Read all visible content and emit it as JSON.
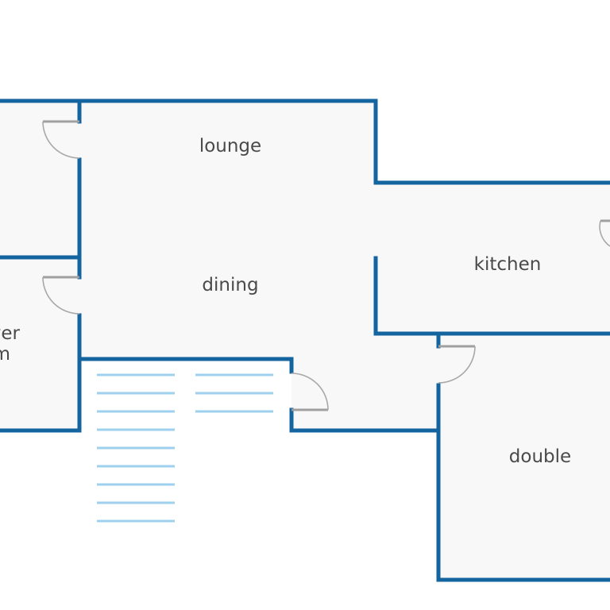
{
  "rooms": {
    "lounge": "lounge",
    "dining": "dining",
    "kitchen": "kitchen",
    "double": "double",
    "shower_line1": "ver",
    "shower_line2": "m"
  },
  "colors": {
    "wall": "#1464a0",
    "floor": "#f8f8f8",
    "stairs": "#9fd1ee",
    "door": "#a0a0a0",
    "label": "#4a4a4a",
    "background": "#ffffff"
  }
}
